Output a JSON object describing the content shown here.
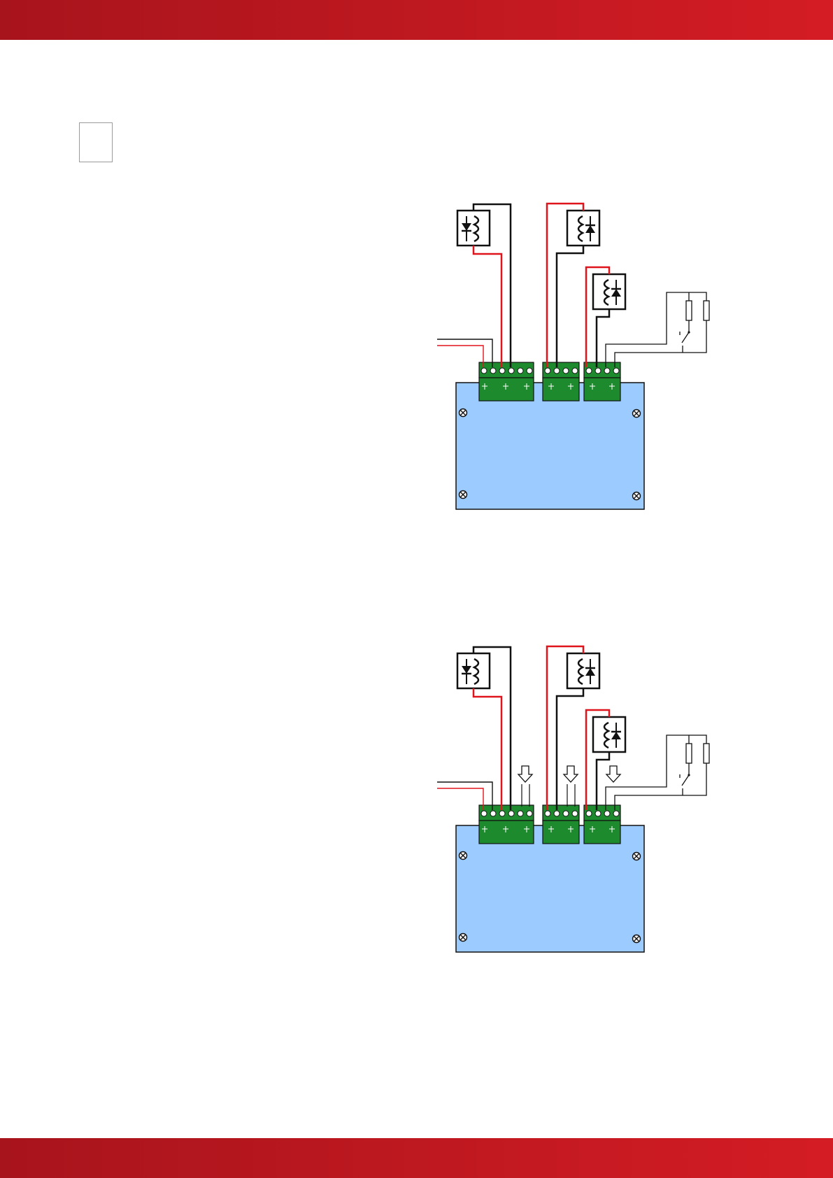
{
  "colors": {
    "band_dark": "#a8141c",
    "band_light": "#d41c24",
    "board_fill": "#9cccff",
    "terminal_green": "#1e8a2e",
    "wire_red": "#e0141c",
    "wire_black": "#111111"
  },
  "header_band": {
    "icon": "none"
  },
  "footer_band": {
    "icon": "none"
  },
  "note_box": {
    "icon": "blank-square-icon"
  },
  "diagrams": [
    {
      "id": "top-wiring-diagram",
      "insertion_arrows": 0
    },
    {
      "id": "bottom-wiring-diagram",
      "insertion_arrows": 3
    }
  ]
}
